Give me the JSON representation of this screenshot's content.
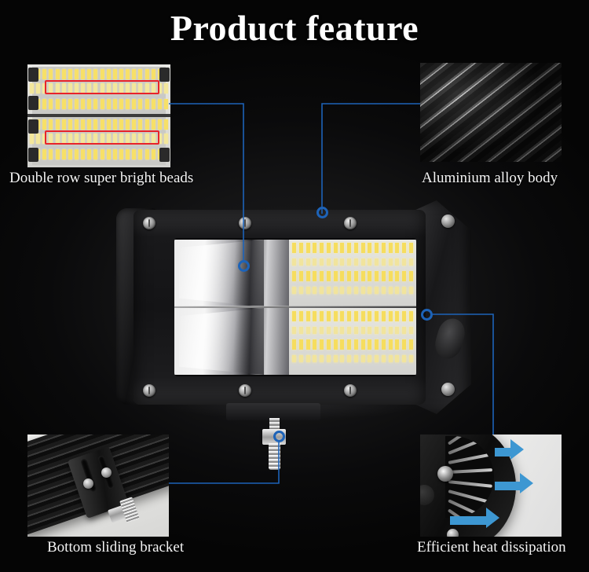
{
  "page": {
    "title": "Product feature",
    "background_color": "#050505",
    "title_color": "#ffffff"
  },
  "theme": {
    "accent_line_color": "#1d63b8",
    "marker_ring_color": "#1d63b8",
    "highlight_box_color": "#e8232a",
    "airflow_arrow_color": "#3d97d2",
    "caption_color": "#f4f4f4"
  },
  "features": [
    {
      "id": "double-row-beads",
      "caption": "Double row super bright beads",
      "position": "top-left",
      "marker_label": "led-bead-area",
      "thumbnail": "led-bead-board-macro",
      "annotation": "two red highlight boxes over bead rows"
    },
    {
      "id": "aluminium-alloy-body",
      "caption": "Aluminium alloy body",
      "position": "top-right",
      "marker_label": "housing-top-surface",
      "thumbnail": "aluminium-fin-texture-macro",
      "annotation": "diagonal cooling fins"
    },
    {
      "id": "bottom-sliding-bracket",
      "caption": "Bottom sliding bracket",
      "position": "bottom-left",
      "marker_label": "mounting-bolt",
      "thumbnail": "sliding-bracket-macro",
      "annotation": "slotted clamp with bolt"
    },
    {
      "id": "efficient-heat-dissipation",
      "caption": "Efficient heat dissipation",
      "position": "bottom-right",
      "marker_label": "end-cap-vent",
      "thumbnail": "end-cap-vent-macro",
      "annotation": "three blue airflow arrows"
    }
  ],
  "product": {
    "name": "led-light-bar",
    "view": "front-three-quarter",
    "lens_rows": 4,
    "reflector_sections": 2,
    "bezel_screw_count": 6
  },
  "icons": {
    "marker": "callout-ring-icon",
    "airflow": "airflow-arrow-icon",
    "highlight": "red-highlight-box-icon"
  }
}
